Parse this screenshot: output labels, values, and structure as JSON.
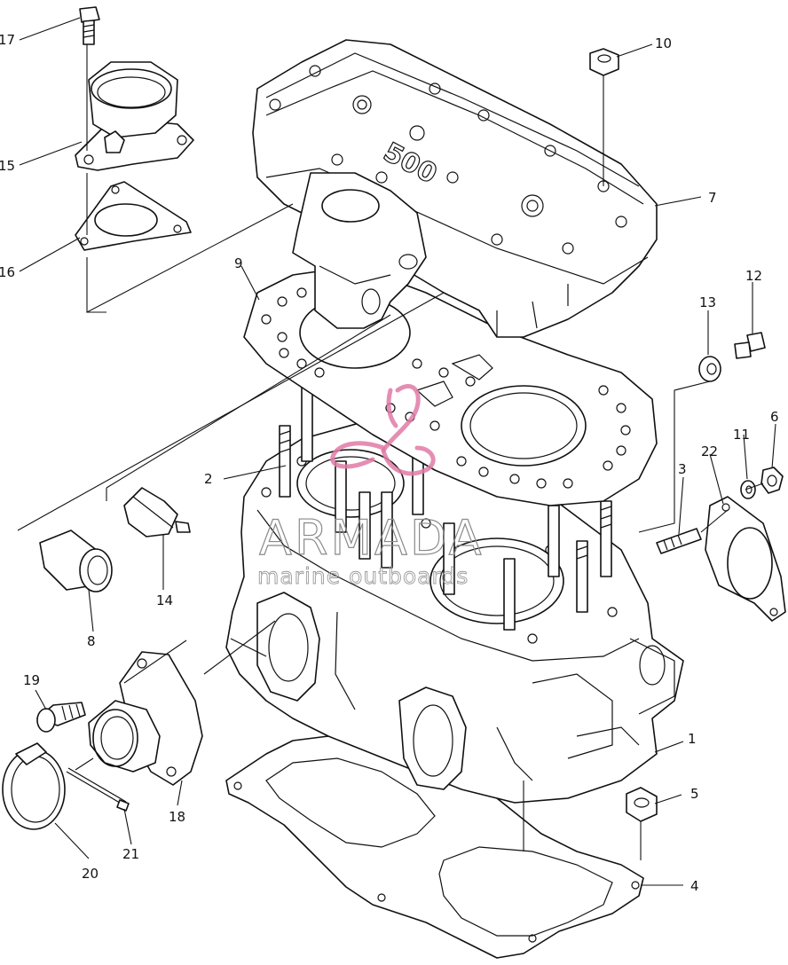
{
  "callouts": [
    {
      "id": "17",
      "label": "17"
    },
    {
      "id": "15",
      "label": "15"
    },
    {
      "id": "16",
      "label": "16"
    },
    {
      "id": "10",
      "label": "10"
    },
    {
      "id": "7",
      "label": "7"
    },
    {
      "id": "9",
      "label": "9"
    },
    {
      "id": "13",
      "label": "13"
    },
    {
      "id": "12",
      "label": "12"
    },
    {
      "id": "6",
      "label": "6"
    },
    {
      "id": "11",
      "label": "11"
    },
    {
      "id": "22",
      "label": "22"
    },
    {
      "id": "3",
      "label": "3"
    },
    {
      "id": "2",
      "label": "2"
    },
    {
      "id": "14",
      "label": "14"
    },
    {
      "id": "8",
      "label": "8"
    },
    {
      "id": "19",
      "label": "19"
    },
    {
      "id": "1",
      "label": "1"
    },
    {
      "id": "5",
      "label": "5"
    },
    {
      "id": "18",
      "label": "18"
    },
    {
      "id": "21",
      "label": "21"
    },
    {
      "id": "20",
      "label": "20"
    },
    {
      "id": "4",
      "label": "4"
    }
  ],
  "head_marking": "500",
  "watermark": {
    "title": "ARMADA",
    "subtitle": "marine outboards",
    "colors": {
      "logo": "#e07aa6",
      "text": "#8a8a8a"
    }
  }
}
